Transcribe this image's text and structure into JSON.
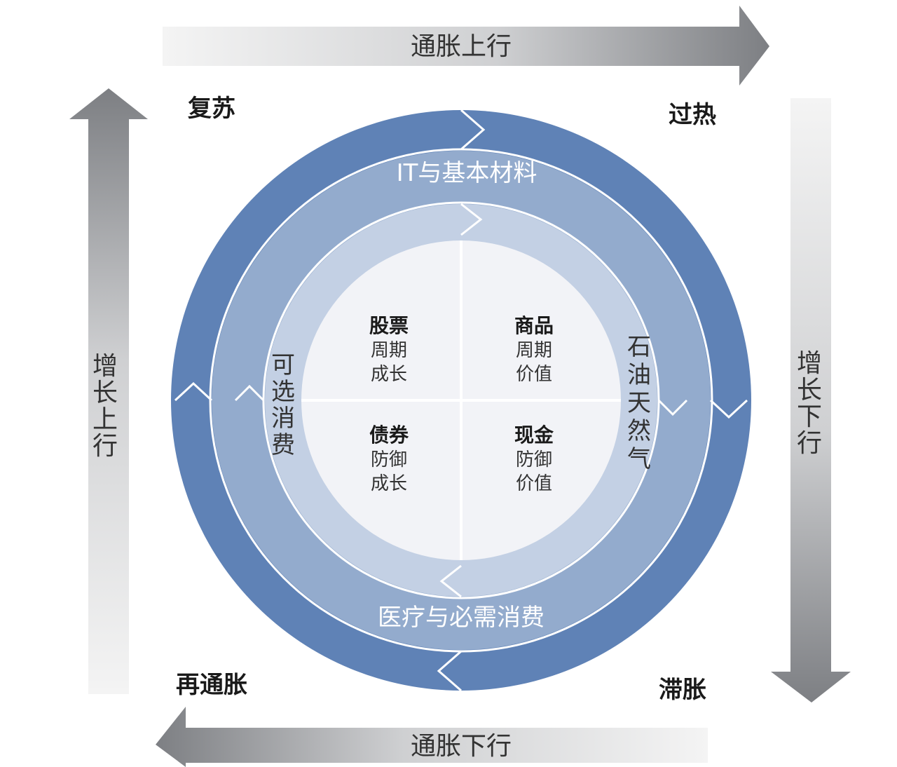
{
  "arrows": {
    "top": "通胀上行",
    "bottom": "通胀下行",
    "left": "增长上行",
    "right": "增长下行"
  },
  "phases": {
    "top_left": "复苏",
    "top_right": "过热",
    "bottom_left": "再通胀",
    "bottom_right": "滞胀"
  },
  "sectors": {
    "top": "IT与基本材料",
    "bottom": "医疗与必需消费",
    "left": "可选消费",
    "right": "石油天然气"
  },
  "assets": [
    {
      "name": "股票",
      "line1": "周期",
      "line2": "成长"
    },
    {
      "name": "商品",
      "line1": "周期",
      "line2": "价值"
    },
    {
      "name": "债券",
      "line1": "防御",
      "line2": "成长"
    },
    {
      "name": "现金",
      "line1": "防御",
      "line2": "价值"
    }
  ],
  "colors": {
    "outer_ring": "#5f82b6",
    "middle_ring": "#93abcd",
    "inner_ring": "#c3d0e4",
    "center": "#f2f3f7",
    "arrow_dark": "#7d7f83",
    "arrow_light": "#f4f4f4"
  }
}
